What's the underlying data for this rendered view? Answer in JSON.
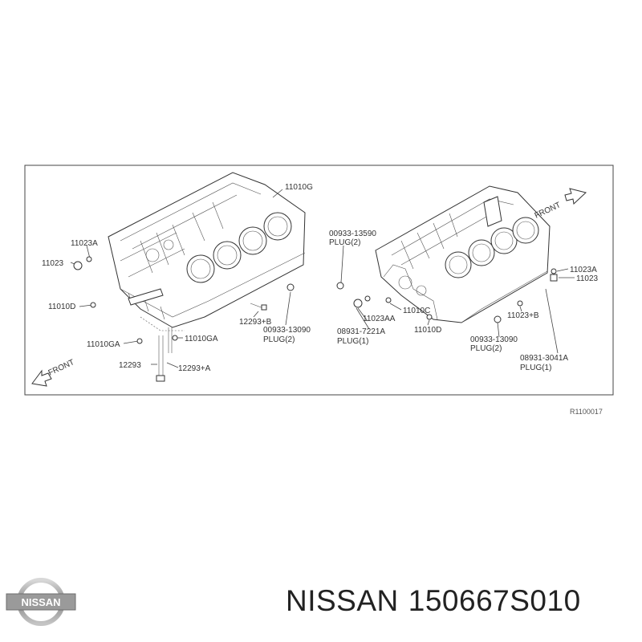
{
  "diagram": {
    "left_labels": {
      "l_11010G": "11010G",
      "l_11023A": "11023A",
      "l_11023": "11023",
      "l_11010D": "11010D",
      "l_11010GA_a": "11010GA",
      "l_11010GA_b": "11010GA",
      "l_12293": "12293",
      "l_12293A": "12293+A",
      "l_12293B": "12293+B",
      "l_plug_code": "00933-13090",
      "l_plug": "PLUG(2)",
      "l_front": "FRONT"
    },
    "right_labels": {
      "r_plug_code_top": "00933-13590",
      "r_plug_top": "PLUG(2)",
      "r_11023A": "11023A",
      "r_11023": "11023",
      "r_11023AA": "11023AA",
      "r_11010C": "11010C",
      "r_11010D": "11010D",
      "r_11023B": "11023+B",
      "r_08931_7221A": "08931-7221A",
      "r_plug1_a": "PLUG(1)",
      "r_plug_code_mid": "00933-13090",
      "r_plug_mid": "PLUG(2)",
      "r_08931_3041A": "08931-3041A",
      "r_plug1_b": "PLUG(1)",
      "r_front": "FRONT"
    },
    "reference": "R1100017"
  },
  "brand": {
    "logo_text": "NISSAN",
    "name": "NISSAN",
    "part_number": "150667S010"
  }
}
